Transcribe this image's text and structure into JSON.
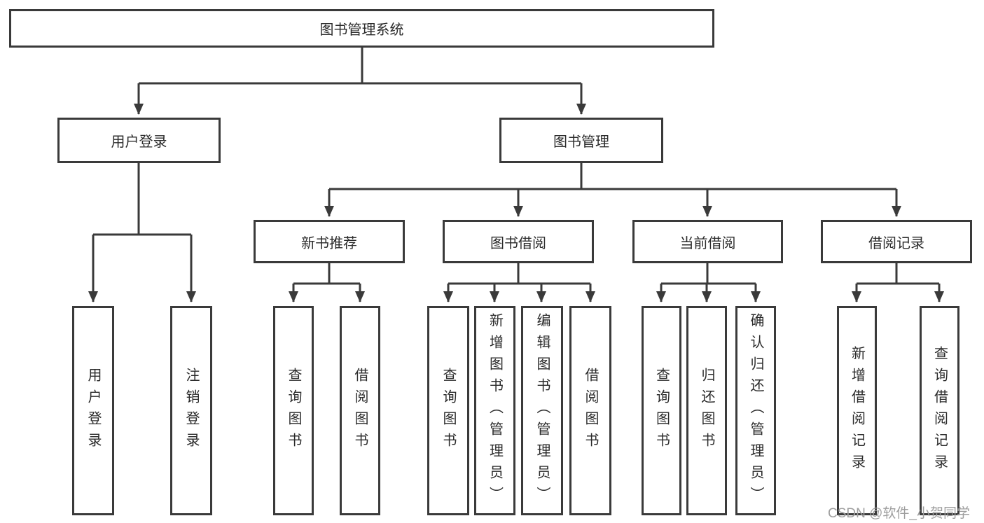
{
  "diagram": {
    "root_label": "图书管理系统",
    "level2": [
      {
        "label": "用户登录",
        "leaves": [
          "用户登录",
          "注销登录"
        ]
      },
      {
        "label": "图书管理"
      }
    ],
    "level3": [
      {
        "label": "新书推荐",
        "leaves": [
          "查询图书",
          "借阅图书"
        ]
      },
      {
        "label": "图书借阅",
        "leaves": [
          "查询图书",
          "新增图书（管理员）",
          "编辑图书（管理员）",
          "借阅图书"
        ]
      },
      {
        "label": "当前借阅",
        "leaves": [
          "查询图书",
          "归还图书",
          "确认归还（管理员）"
        ]
      },
      {
        "label": "借阅记录",
        "leaves": [
          "新增借阅记录",
          "查询借阅记录"
        ]
      }
    ]
  },
  "watermark": {
    "text": "CSDN @软件_小贺同学"
  },
  "colors": {
    "line": "#3a3a3a",
    "text": "#2b2b2b",
    "watermark": "#9e9e9e",
    "background": "#ffffff"
  }
}
